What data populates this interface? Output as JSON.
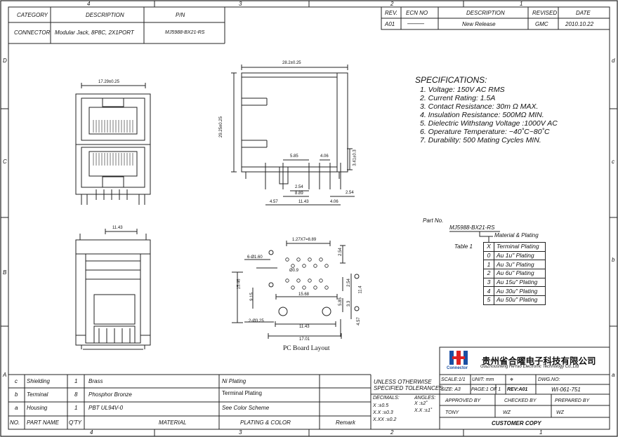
{
  "top_header": {
    "category_label": "CATEGORY",
    "description_label": "DESCRIPTION",
    "pn_label": "P/N",
    "category": "CONNECTOR",
    "description": "Modular Jack, 8P8C, 2X1PORT",
    "part_number": "MJ5988-BX21-RS"
  },
  "revision": {
    "headers": [
      "REV.",
      "ECN NO",
      "DESCRIPTION",
      "REVISED",
      "DATE"
    ],
    "row": {
      "rev": "A01",
      "ecn": "———",
      "description": "New Release",
      "revised": "GMC",
      "date": "2010.10.22"
    }
  },
  "zones": {
    "columns": [
      "4",
      "3",
      "2",
      "1"
    ],
    "rows": [
      "D",
      "C",
      "B",
      "A"
    ],
    "rows_lower": [
      "d",
      "c",
      "b",
      "a"
    ]
  },
  "dimensions": {
    "front_width": "17.29±0.25",
    "side_width": "28.2±0.25",
    "side_height": "29.25±0.25",
    "pin_spacing_585": "5.85",
    "pin_spacing_406": "4.06",
    "pin_dim_341": "3.41±0.3",
    "pin_dim_254": "2.54",
    "pin_dim_889": "8.89",
    "pin_dim_254b": "2.54",
    "pin_dim_457": "4.57",
    "pin_dim_1143": "11.43",
    "pin_dim_406b": "4.06",
    "bottom_1143": "11.43",
    "pcb_pitch": "1.27X7=8.89",
    "pcb_254_top": "2.54",
    "pcb_hole_6": "6-Ø1.60",
    "pcb_hole_09": "Ø0.9",
    "pcb_1546": "15.46",
    "pcb_915": "9.15",
    "pcb_1568": "15.68",
    "pcb_254_mid": "2.54",
    "pcb_585": "5.85",
    "pcb_33": "3.3",
    "pcb_114": "11.4",
    "pcb_hole_2": "2-Ø3.25",
    "pcb_457": "4.57",
    "pcb_1143": "11.43",
    "pcb_1701": "17.01",
    "pcb_title": "PC Board Layout"
  },
  "specifications": {
    "title": "SPECIFICATIONS:",
    "items": [
      "1.  Voltage:  150V AC RMS",
      "2.  Current Rating:  1.5A",
      "3.  Contact Resistance:  30m Ω MAX.",
      "4.  Insulation Resistance:  500MΩ MIN.",
      "5.  Dielectric Withstang Voltage :1000V AC",
      "6.  Operature Temperature:  −40˚C~80˚C",
      "7.  Durability:  500 Mating Cycles MIN."
    ]
  },
  "part_no_callout": {
    "label": "Part No.",
    "value": "MJ5988-BX21-RS",
    "material_label": "Material & Plating"
  },
  "plating_table": {
    "title": "Table  1",
    "header": [
      "X",
      "Terminal Plating"
    ],
    "rows": [
      [
        "0",
        "Au  1u\"  Plating"
      ],
      [
        "1",
        "Au  3u\"  Plating"
      ],
      [
        "2",
        "Au  6u\"  Plating"
      ],
      [
        "3",
        "Au  15u\"  Plating"
      ],
      [
        "4",
        "Au  30u\"  Plating"
      ],
      [
        "5",
        "Au  50u\"  Plating"
      ]
    ]
  },
  "bom": {
    "headers": [
      "NO.",
      "PART NAME",
      "Q'TY",
      "MATERIAL",
      "PLATING & COLOR",
      "Remark"
    ],
    "rows": [
      {
        "no": "c",
        "name": "Shielding",
        "qty": "1",
        "material": "Brass",
        "plating": "Ni Plating",
        "remark": ""
      },
      {
        "no": "b",
        "name": "Terminal",
        "qty": "8",
        "material": "Phosphor Bronze",
        "plating": "Terminal Plating",
        "remark": ""
      },
      {
        "no": "a",
        "name": "Housing",
        "qty": "1",
        "material": "PBT UL94V-0",
        "plating": "See Color Scheme",
        "remark": ""
      }
    ]
  },
  "tolerance": {
    "line1": "UNLESS OTHERWISE",
    "line2": "SPECIFIED TOLERANCES",
    "decimals_label": "DECIMALS:",
    "angles_label": "ANGLES:",
    "x": "X      :±0.5",
    "xx": "X.X    :±0.3",
    "xxx": "X.XX  :±0.2",
    "ax": "X   :±2˚",
    "axx": "X.X :±1˚"
  },
  "title_block": {
    "company_cn": "贵州省合曜电子科技有限公司",
    "company_en": "GuiZhousheng HeYao Electronic Technology Co.,Ltd",
    "logo_text": "Connector",
    "scale": "SCALE:1/1",
    "unit": "UNIT: mm",
    "dwg_no_label": "DWG.NO:",
    "dwg_no": "WI-061-751",
    "size": "SIZE: A3",
    "page": "PAGE:1 OF 1",
    "rev": "REV:A01",
    "approved_by": "APPROVED BY",
    "checked_by": "CHECKED BY",
    "prepared_by": "PREPARED BY",
    "approver": "TONY",
    "checker": "WZ",
    "preparer": "WZ",
    "customer_copy": "CUSTOMER COPY"
  }
}
